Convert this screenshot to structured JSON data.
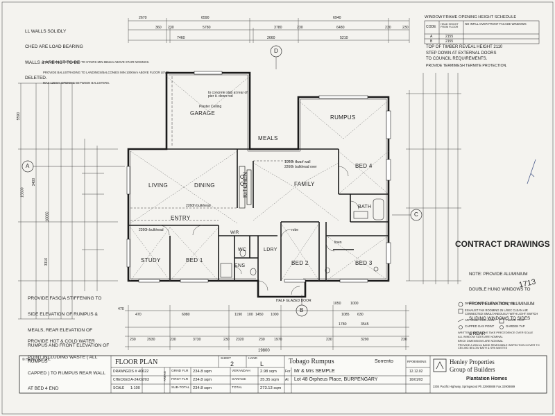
{
  "top_left_note": [
    "LL WALLS SOLIDLY",
    "CHED ARE LOAD BEARING",
    "WALLS & ARE NOT TO BE",
    "DELETED."
  ],
  "balustrade_notes": [
    "PROVIDE BALUSTRADING TO STAIRS MIN 865mm ABOVE STAIR NOSINGS.",
    "PROVIDE BALUSTRADING TO LANDINGS/BALCONIES MIN 1000mm ABOVE FLOOR LEVEL",
    "MAX 125mm OPENING BETWEEN BALUSTERS."
  ],
  "top_dims": {
    "row1": [
      "2670",
      "6590",
      "6940"
    ],
    "row2": [
      "360",
      "230",
      "5780",
      "3780",
      "230",
      "6480",
      "230",
      "230"
    ],
    "row3": [
      "7460",
      "2660",
      "5210"
    ]
  },
  "bottom_dims": {
    "row1": [
      "470",
      "1050",
      "1000",
      "470",
      "6980",
      "1190",
      "100",
      "1450",
      "1000",
      "1085",
      "630",
      "1780",
      "3545"
    ],
    "row2": [
      "230",
      "2930",
      "230",
      "3730",
      "230",
      "2320",
      "230",
      "1970",
      "230",
      "3290",
      "230"
    ],
    "overall": "19800"
  },
  "left_dims": [
    "5590",
    "3400",
    "10060",
    "15600",
    "3310"
  ],
  "rooms": {
    "garage": "GARAGE",
    "rumpus": "RUMPUS",
    "meals": "MEALS",
    "kitchen": "KITCHEN",
    "family": "FAMILY",
    "living": "LIVING",
    "dining": "DINING",
    "entry": "ENTRY",
    "study": "STUDY",
    "bed1": "BED 1",
    "bed2": "BED 2",
    "bed3": "BED 3",
    "bed4": "BED 4",
    "bath": "BATH",
    "ens": "ENS",
    "wc": "WC",
    "ldry": "LDRY",
    "wir": "WIR"
  },
  "plan_notes": {
    "garage_ceiling": "Plaster Ceiling",
    "garage_concrete": "to concrete slab at rear of pier it. down rod",
    "dwarf_wall": "1000h dwarf wall",
    "bulkhead_kitchen": "2260h bulkhead over",
    "bulkhead_living": "2260h bulkhead",
    "bulkhead_entry": "2260h bulkhead",
    "half_glazed": "HALF GLAZED DOOR",
    "robe": "robe",
    "linen": "linen"
  },
  "gridmarks": {
    "a": "A",
    "b": "B",
    "c": "C",
    "d": "D"
  },
  "schedule": {
    "title": "WINDOW FRAME OPENING HEIGHT SCHEDULE",
    "headers": [
      "CODE",
      "HEAD HEIGHT FROM FLOOR",
      "NO INFILL OVER FRONT FACADE WINDOWS"
    ],
    "rows": [
      [
        "A",
        "2155"
      ],
      [
        "B",
        "2155"
      ]
    ],
    "timber": "TOP OF TIMBER REVEAL HEIGHT 2110",
    "stepdown": [
      "STEP DOWN AT EXTERNAL DOORS",
      "TO COUNCIL REQUIREMENTS."
    ],
    "termite": "PROVIDE TERMIMESH TERMITE PROTECTION."
  },
  "contract": "CONTRACT DRAWINGS",
  "window_note": [
    "NOTE: PROVIDE ALUMINIUM",
    "DOUBLE HUNG WINDOWS TO",
    "FRONT ELEVATION, ALUMINIUM",
    "SLIDING WINDOWS TO SIDES",
    "& REAR"
  ],
  "legend": [
    "DIRECT WIRED SMOKE DETECTOR",
    "EXHAUST FAN ROOMING 25 L/SEC CLEAN AIR CONNECTED SIMULTANEOUSLY WITH LIGHT SWITCH",
    "ARTICULATION JOINT",
    "CAPPED GAS POINT",
    "FLOOR TRAP",
    "GARDEN TAP",
    "WRITTEN DIMENSIONS TAKE PRECEDENCE OVER SCALE",
    "ALL WINDOW SIZES ARE NOMINAL",
    "BRICK DIMENSIONS ARE NOMINAL",
    "PROVIDE A 200mm BANK REMOVABLE INSPECTION COVER TO CEILING BELOW BATH & SPA WASTES"
  ],
  "left_notes": {
    "fascia": [
      "PROVIDE FASCIA STIFFENING TO",
      "SIDE ELEVATION OF RUMPUS &",
      "MEALS, REAR ELEVATION OF",
      "RUMPUS AND FRONT ELEVATION OF",
      "RUMPUS"
    ],
    "water": [
      "PROVIDE HOT & COLD WATER",
      "POINT INCLUDING WASTE ( ALL",
      "CAPPED ) TO RUMPUS REAR WALL",
      "AT BED 4 END"
    ]
  },
  "sticker_number": "1713",
  "title_block": {
    "copyright": "© Henley Arch P/L",
    "drawing_title": "FLOOR PLAN",
    "drawn_label": "DRAWN",
    "drawn_value": "GDS # 40622",
    "checked_label": "CHECKED",
    "checked_value": "A-24/02/03",
    "scale_label": "SCALE",
    "scale_value": "1:100",
    "sheet_label": "SHEET",
    "sheet_value": "2",
    "hand_label": "HAND",
    "hand_value": "L",
    "areas_label": "AREAS",
    "ground_label": "GRND FLR",
    "ground_value": "234.8 sqm",
    "first_label": "FIRST FLR",
    "first_value": "234.8 sqm",
    "subtotal_label": "SUB-TOTAL",
    "subtotal_value": "234.8 sqm",
    "verandah_label": "VERANDAH",
    "verandah_value": "2.98 sqm",
    "garage_label": "GARAGE",
    "garage_value": "35.35 sqm",
    "total_label": "TOTAL",
    "total_value": "273.13 sqm",
    "design": "Tobago Rumpus",
    "facade": "Sorrento",
    "for_label": "For",
    "client": "Mr & Mrs SEMPLE",
    "at_label": "At",
    "address": "Lot 48 Orpheus Place, BURPENGARY",
    "job_no": "RP080580NS",
    "date1": "12.12.02",
    "date2": "16/01/03",
    "company1": "Henley Properties",
    "company2": "Group of Builders",
    "homes": "Plantation Homes",
    "office": "3304 Pacific Highway, Springwood Ph.32908888 Fax.32908889"
  }
}
